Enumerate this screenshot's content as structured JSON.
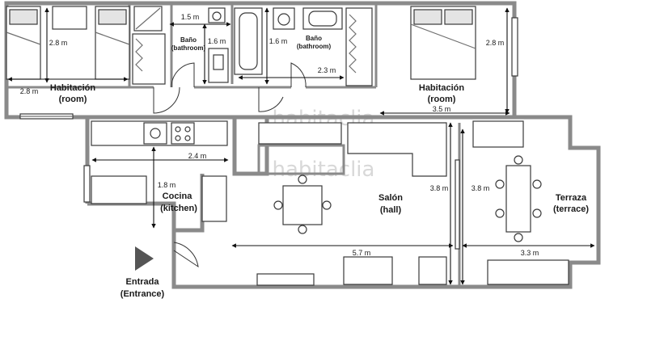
{
  "rooms": {
    "bedroom_left": {
      "name": "Habitación",
      "alt": "(room)"
    },
    "bath_left": {
      "name": "Baño",
      "alt": "(bathroom)"
    },
    "bath_mid": {
      "name": "Baño",
      "alt": "(bathroom)"
    },
    "bedroom_right": {
      "name": "Habitación",
      "alt": "(room)"
    },
    "kitchen": {
      "name": "Cocina",
      "alt": "(kitchen)"
    },
    "living": {
      "name": "Salón",
      "alt": "(hall)"
    },
    "terrace": {
      "name": "Terraza",
      "alt": "(terrace)"
    },
    "entrance": {
      "name": "Entrada",
      "alt": "(Entrance)"
    }
  },
  "dimensions": {
    "bed_left_height": "2.8 m",
    "bed_left_width": "2.8 m",
    "bath_left_width": "1.5 m",
    "bath_left_height": "1.6 m",
    "bath_mid_height": "1.6 m",
    "bath_mid_width": "2.3 m",
    "bed_right_height": "2.8 m",
    "bed_right_width": "3.5 m",
    "kitchen_width": "2.4 m",
    "kitchen_height": "1.8 m",
    "living_width": "5.7 m",
    "living_height": "3.8 m",
    "terrace_height": "3.8 m",
    "terrace_width": "3.3 m"
  },
  "watermark": "habitaclia"
}
